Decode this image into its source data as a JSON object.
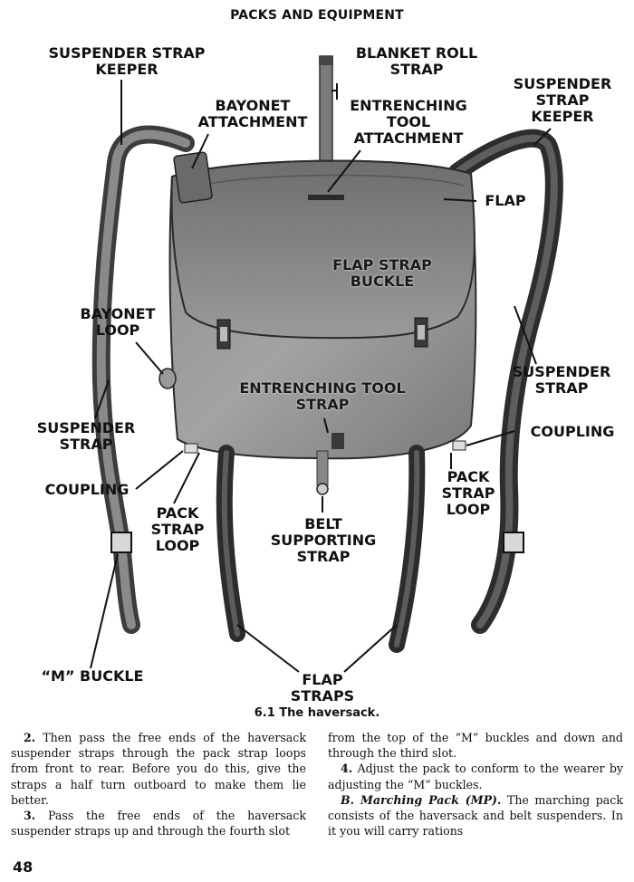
{
  "header": {
    "title": "PACKS AND EQUIPMENT"
  },
  "labels": {
    "suspender_strap_keeper_left": [
      "SUSPENDER STRAP",
      "KEEPER"
    ],
    "blanket_roll_strap": [
      "BLANKET ROLL",
      "STRAP"
    ],
    "suspender_strap_keeper_right": [
      "SUSPENDER",
      "STRAP",
      "KEEPER"
    ],
    "bayonet_attachment": [
      "BAYONET",
      "ATTACHMENT"
    ],
    "entrenching_tool_attachment": [
      "ENTRENCHING",
      "TOOL",
      "ATTACHMENT"
    ],
    "flap": "FLAP",
    "flap_strap_buckle": [
      "FLAP STRAP",
      "BUCKLE"
    ],
    "bayonet_loop": [
      "BAYONET",
      "LOOP"
    ],
    "suspender_strap_right": [
      "SUSPENDER",
      "STRAP"
    ],
    "entrenching_tool_strap": [
      "ENTRENCHING TOOL",
      "STRAP"
    ],
    "suspender_strap_left": [
      "SUSPENDER",
      "STRAP"
    ],
    "coupling_right": "COUPLING",
    "coupling_left": "COUPLING",
    "pack_strap_loop_right": [
      "PACK",
      "STRAP",
      "LOOP"
    ],
    "pack_strap_loop_left": [
      "PACK",
      "STRAP",
      "LOOP"
    ],
    "belt_supporting_strap": [
      "BELT",
      "SUPPORTING",
      "STRAP"
    ],
    "m_buckle": "“M” BUCKLE",
    "flap_straps": [
      "FLAP",
      "STRAPS"
    ]
  },
  "caption": "6.1  The haversack.",
  "text": {
    "p2_num": "2.",
    "p2": "Then pass the free ends of the haversack suspender straps through the pack strap loops from front to rear. Before you do this, give the straps a half turn outboard to make them lie better.",
    "p3_num": "3.",
    "p3": "Pass the free ends of the haversack suspender straps up and through the fourth slot",
    "p3_cont": "from the top of the “M” buckles and down and through the third slot.",
    "p4_num": "4.",
    "p4": "Adjust the pack to conform to the wearer by adjusting the “M” buckles.",
    "pB_head": "B. Marching Pack (MP).",
    "pB": "The marching pack consists of the haversack and belt suspenders. In it you will carry rations"
  },
  "page_number": "48"
}
